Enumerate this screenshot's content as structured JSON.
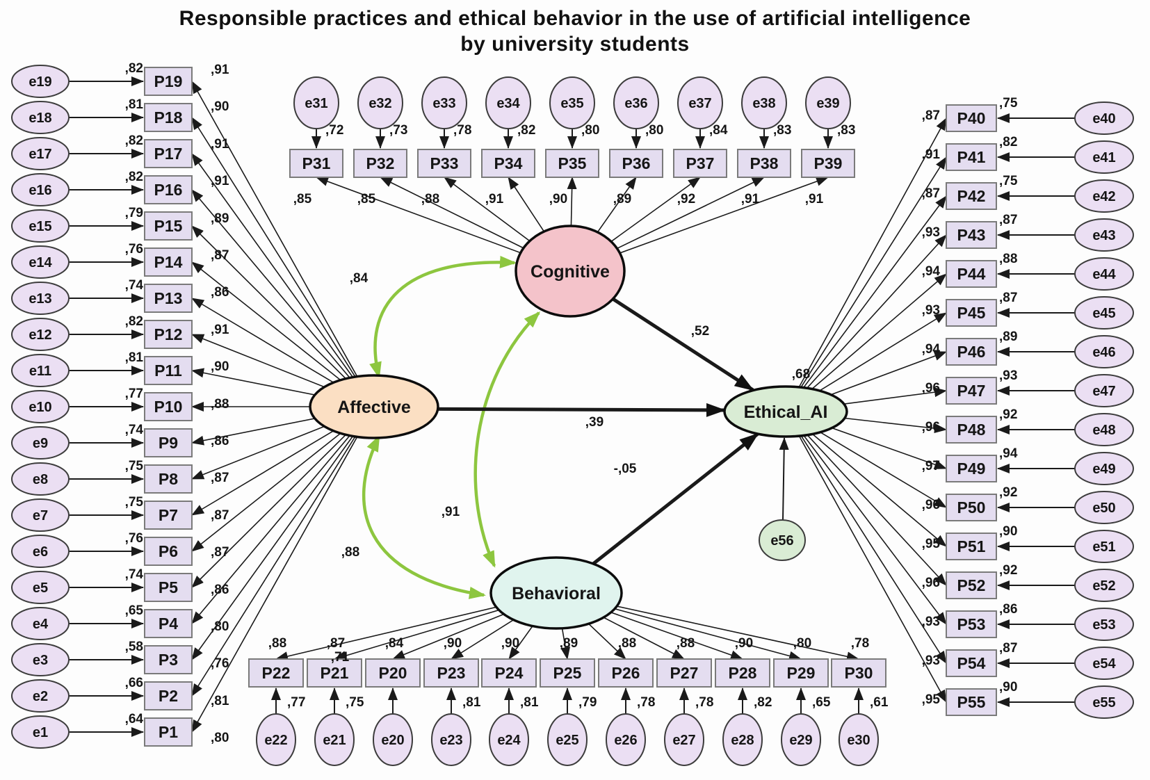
{
  "title_lines": [
    "Responsible practices and ethical behavior in the use of artificial intelligence",
    "by university students"
  ],
  "colors": {
    "box_fill": "#e4ddf0",
    "box_stroke": "#7a7a7a",
    "error_fill": "#ebdff3",
    "error_stroke": "#3c3c3c",
    "line": "#1a1a1a",
    "covariance_arrow": "#8dc63f"
  },
  "latents": {
    "cognitive": {
      "label": "Cognitive",
      "fill": "#f4c3ca"
    },
    "affective": {
      "label": "Affective",
      "fill": "#fbdfc3"
    },
    "behavioral": {
      "label": "Behavioral",
      "fill": "#e0f4ee"
    },
    "ethical_ai": {
      "label": "Ethical_AI",
      "fill": "#d9ecd4",
      "r2": ",68",
      "error": {
        "label": "e56",
        "fill": "#d9ecd4"
      }
    }
  },
  "paths": {
    "cognitive_to_ethical": ",52",
    "affective_to_ethical": ",39",
    "behavioral_to_ethical": "-,05"
  },
  "covariances": {
    "affective_cognitive": ",84",
    "affective_behavioral": ",88",
    "cognitive_behavioral": ",91"
  },
  "indicators": {
    "left": [
      {
        "item": "P19",
        "error": "e19",
        "r2": ",82",
        "loading": ",91"
      },
      {
        "item": "P18",
        "error": "e18",
        "r2": ",81",
        "loading": ",90"
      },
      {
        "item": "P17",
        "error": "e17",
        "r2": ",82",
        "loading": ",91"
      },
      {
        "item": "P16",
        "error": "e16",
        "r2": ",82",
        "loading": ",91"
      },
      {
        "item": "P15",
        "error": "e15",
        "r2": ",79",
        "loading": ",89"
      },
      {
        "item": "P14",
        "error": "e14",
        "r2": ",76",
        "loading": ",87"
      },
      {
        "item": "P13",
        "error": "e13",
        "r2": ",74",
        "loading": ",86"
      },
      {
        "item": "P12",
        "error": "e12",
        "r2": ",82",
        "loading": ",91"
      },
      {
        "item": "P11",
        "error": "e11",
        "r2": ",81",
        "loading": ",90"
      },
      {
        "item": "P10",
        "error": "e10",
        "r2": ",77",
        "loading": ",88"
      },
      {
        "item": "P9",
        "error": "e9",
        "r2": ",74",
        "loading": ",86"
      },
      {
        "item": "P8",
        "error": "e8",
        "r2": ",75",
        "loading": ",87"
      },
      {
        "item": "P7",
        "error": "e7",
        "r2": ",75",
        "loading": ",87"
      },
      {
        "item": "P6",
        "error": "e6",
        "r2": ",76",
        "loading": ",87"
      },
      {
        "item": "P5",
        "error": "e5",
        "r2": ",74",
        "loading": ",86"
      },
      {
        "item": "P4",
        "error": "e4",
        "r2": ",65",
        "loading": ",80"
      },
      {
        "item": "P3",
        "error": "e3",
        "r2": ",58",
        "loading": ",76"
      },
      {
        "item": "P2",
        "error": "e2",
        "r2": ",66",
        "loading": ",81"
      },
      {
        "item": "P1",
        "error": "e1",
        "r2": ",64",
        "loading": ",80"
      }
    ],
    "top": [
      {
        "item": "P31",
        "error": "e31",
        "r2": ",72",
        "loading": ",85"
      },
      {
        "item": "P32",
        "error": "e32",
        "r2": ",73",
        "loading": ",85"
      },
      {
        "item": "P33",
        "error": "e33",
        "r2": ",78",
        "loading": ",88"
      },
      {
        "item": "P34",
        "error": "e34",
        "r2": ",82",
        "loading": ",91"
      },
      {
        "item": "P35",
        "error": "e35",
        "r2": ",80",
        "loading": ",90"
      },
      {
        "item": "P36",
        "error": "e36",
        "r2": ",80",
        "loading": ",89"
      },
      {
        "item": "P37",
        "error": "e37",
        "r2": ",84",
        "loading": ",92"
      },
      {
        "item": "P38",
        "error": "e38",
        "r2": ",83",
        "loading": ",91"
      },
      {
        "item": "P39",
        "error": "e39",
        "r2": ",83",
        "loading": ",91"
      }
    ],
    "right": [
      {
        "item": "P40",
        "error": "e40",
        "r2": ",75",
        "loading": ",87"
      },
      {
        "item": "P41",
        "error": "e41",
        "r2": ",82",
        "loading": ",91"
      },
      {
        "item": "P42",
        "error": "e42",
        "r2": ",75",
        "loading": ",87"
      },
      {
        "item": "P43",
        "error": "e43",
        "r2": ",87",
        "loading": ",93"
      },
      {
        "item": "P44",
        "error": "e44",
        "r2": ",88",
        "loading": ",94"
      },
      {
        "item": "P45",
        "error": "e45",
        "r2": ",87",
        "loading": ",93"
      },
      {
        "item": "P46",
        "error": "e46",
        "r2": ",89",
        "loading": ",94"
      },
      {
        "item": "P47",
        "error": "e47",
        "r2": ",93",
        "loading": ",96"
      },
      {
        "item": "P48",
        "error": "e48",
        "r2": ",92",
        "loading": ",96"
      },
      {
        "item": "P49",
        "error": "e49",
        "r2": ",94",
        "loading": ",97"
      },
      {
        "item": "P50",
        "error": "e50",
        "r2": ",92",
        "loading": ",96"
      },
      {
        "item": "P51",
        "error": "e51",
        "r2": ",90",
        "loading": ",95"
      },
      {
        "item": "P52",
        "error": "e52",
        "r2": ",92",
        "loading": ",96"
      },
      {
        "item": "P53",
        "error": "e53",
        "r2": ",86",
        "loading": ",93"
      },
      {
        "item": "P54",
        "error": "e54",
        "r2": ",87",
        "loading": ",93"
      },
      {
        "item": "P55",
        "error": "e55",
        "r2": ",90",
        "loading": ",95"
      }
    ],
    "bottom": [
      {
        "item": "P22",
        "error": "e22",
        "r2": ",77",
        "loading": ",88"
      },
      {
        "item": "P21",
        "error": "e21",
        "r2": ",75",
        "loading": ",87"
      },
      {
        "item": "P20",
        "error": "e20",
        "r2": ",71",
        "loading": ",84",
        "r2_displaced": true
      },
      {
        "item": "P23",
        "error": "e23",
        "r2": ",81",
        "loading": ",90"
      },
      {
        "item": "P24",
        "error": "e24",
        "r2": ",81",
        "loading": ",90"
      },
      {
        "item": "P25",
        "error": "e25",
        "r2": ",79",
        "loading": ",89"
      },
      {
        "item": "P26",
        "error": "e26",
        "r2": ",78",
        "loading": ",88"
      },
      {
        "item": "P27",
        "error": "e27",
        "r2": ",78",
        "loading": ",88"
      },
      {
        "item": "P28",
        "error": "e28",
        "r2": ",82",
        "loading": ",90"
      },
      {
        "item": "P29",
        "error": "e29",
        "r2": ",65",
        "loading": ",80"
      },
      {
        "item": "P30",
        "error": "e30",
        "r2": ",61",
        "loading": ",78"
      }
    ]
  }
}
